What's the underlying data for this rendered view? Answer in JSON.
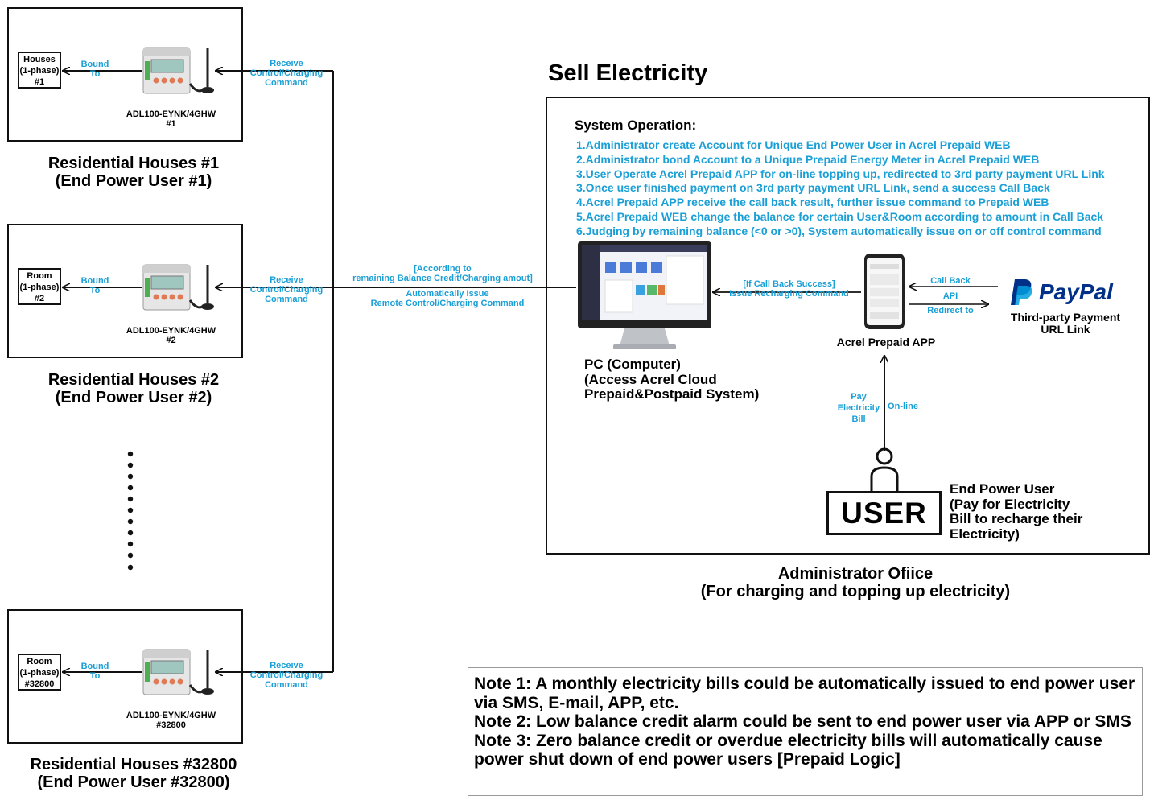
{
  "title": "Sell Electricity",
  "houses": [
    {
      "label_lines": [
        "Houses",
        "(1-phase)",
        "#1"
      ],
      "bound_lines": [
        "Bound",
        "To"
      ],
      "model_lines": [
        "ADL100-EYNK/4GHW",
        "#1"
      ],
      "receive_lines": [
        "Receive",
        "Control/Charging",
        "Command"
      ],
      "caption_lines": [
        "Residential Houses #1",
        "(End Power User #1)"
      ]
    },
    {
      "label_lines": [
        "Room",
        "(1-phase)",
        "#2"
      ],
      "bound_lines": [
        "Bound",
        "To"
      ],
      "model_lines": [
        "ADL100-EYNK/4GHW",
        "#2"
      ],
      "receive_lines": [
        "Receive",
        "Control/Charging",
        "Command"
      ],
      "caption_lines": [
        "Residential Houses #2",
        "(End Power User #2)"
      ]
    },
    {
      "label_lines": [
        "Room",
        "(1-phase)",
        "#32800"
      ],
      "bound_lines": [
        "Bound",
        "To"
      ],
      "model_lines": [
        "ADL100-EYNK/4GHW",
        "#32800"
      ],
      "receive_lines": [
        "Receive",
        "Control/Charging",
        "Command"
      ],
      "caption_lines": [
        "Residential Houses #32800",
        "(End Power User #32800)"
      ]
    }
  ],
  "link_label": {
    "top_lines": [
      "[According to",
      "remaining Balance Credit/Charging amout]"
    ],
    "bottom_lines": [
      "Automatically Issue",
      "Remote Control/Charging Command"
    ]
  },
  "system_operation": {
    "heading": "System Operation:",
    "steps": [
      "1.Administrator create Account for Unique End Power User in Acrel Prepaid WEB",
      "2.Administrator bond Account to a Unique Prepaid Energy Meter in Acrel Prepaid WEB",
      "3.User Operate Acrel Prepaid APP for on-line topping up, redirected to 3rd party payment URL Link",
      "3.Once user finished payment on 3rd party payment URL Link, send a success Call Back",
      "4.Acrel Prepaid APP receive the call back result, further issue command to Prepaid WEB",
      "5.Acrel Prepaid WEB change the balance for certain User&Room according to amount in Call Back",
      "6.Judging by remaining balance (<0 or >0), System automatically issue on or off control command"
    ]
  },
  "pc": {
    "label_lines": [
      "PC (Computer)",
      "(Access Acrel Cloud",
      "Prepaid&Postpaid System)"
    ]
  },
  "callback_label": [
    "[If Call Back Success]",
    "Issue Recharging Command"
  ],
  "app": {
    "label": "Acrel Prepaid APP"
  },
  "payment_link": {
    "call_back": "Call Back",
    "api": "API",
    "redirect": "Redirect to"
  },
  "paypal": {
    "logo_text": "PayPal",
    "label_lines": [
      "Third-party Payment",
      "URL Link"
    ]
  },
  "pay_label": {
    "left_lines": [
      "Pay",
      "Electricity",
      "Bill"
    ],
    "right": "On-line"
  },
  "user": {
    "box_text": "USER",
    "desc_lines": [
      "End Power User",
      "(Pay for Electricity",
      "Bill to recharge their",
      "Electricity)"
    ]
  },
  "admin_caption": [
    "Administrator Ofiice",
    "(For charging and topping up electricity)"
  ],
  "notes": [
    "Note 1: A monthly electricity bills could be automatically issued to end power user via SMS, E-mail, APP, etc.",
    "Note 2: Low balance credit alarm could be sent to end power user via APP or SMS",
    "Note 3: Zero balance credit or overdue electricity bills will automatically cause power shut down of end power users [Prepaid Logic]"
  ],
  "colors": {
    "accent": "#1a9fd6",
    "paypal_dark": "#003087",
    "paypal_light": "#009cde"
  }
}
